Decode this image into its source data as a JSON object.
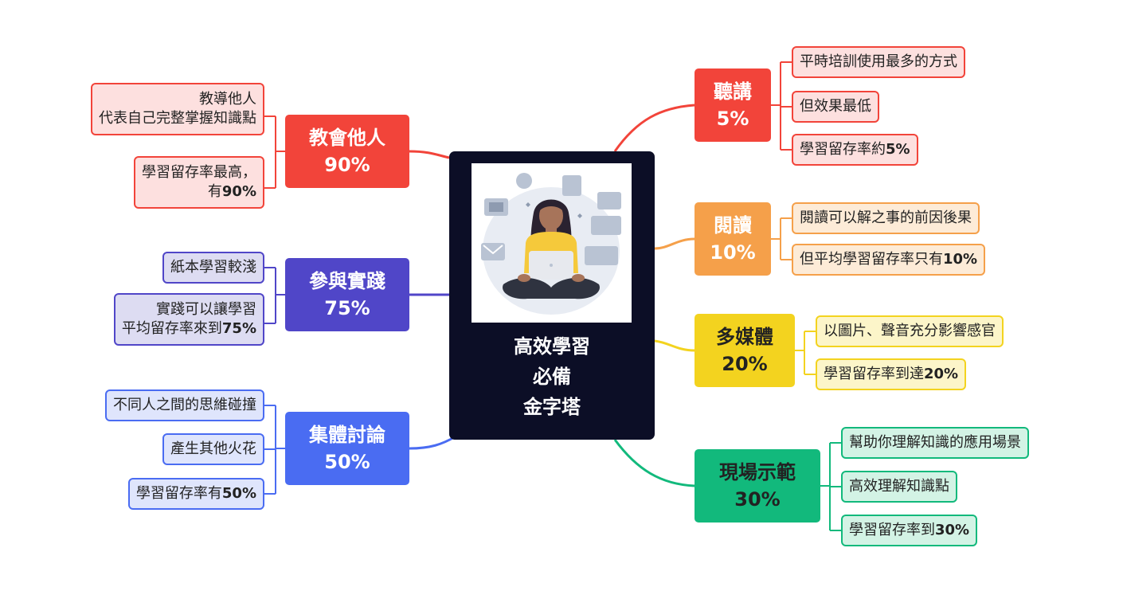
{
  "center": {
    "title_lines": [
      "高效學習",
      "必備",
      "金字塔"
    ]
  },
  "colors": {
    "red": "#f2443a",
    "orange": "#f5a04a",
    "yellow": "#f3d31f",
    "green": "#12b97c",
    "blue": "#4a6cf2",
    "purple": "#5046c8"
  },
  "branches": {
    "listen": {
      "title": "聽講",
      "pct": "5%",
      "leaves": [
        [
          "平時培訓使用最多的方式"
        ],
        [
          "但效果最低"
        ],
        [
          "學習留存率約",
          "5%"
        ]
      ]
    },
    "read": {
      "title": "閱讀",
      "pct": "10%",
      "leaves": [
        [
          "閱讀可以解之事的前因後果"
        ],
        [
          "但平均學習留存率只有",
          "10%"
        ]
      ]
    },
    "multimedia": {
      "title": "多媒體",
      "pct": "20%",
      "leaves": [
        [
          "以圖片、聲音充分影響感官"
        ],
        [
          "學習留存率到達",
          "20%"
        ]
      ]
    },
    "demo": {
      "title": "現場示範",
      "pct": "30%",
      "leaves": [
        [
          "幫助你理解知識的應用場景"
        ],
        [
          "高效理解知識點"
        ],
        [
          "學習留存率到",
          "30%"
        ]
      ]
    },
    "teach": {
      "title": "教會他人",
      "pct": "90%",
      "leaves": [
        [
          "教導他人",
          "代表自己完整掌握知識點"
        ],
        [
          "學習留存率最高，",
          "有",
          "90%"
        ]
      ]
    },
    "practice": {
      "title": "參與實踐",
      "pct": "75%",
      "leaves": [
        [
          "紙本學習較淺"
        ],
        [
          "實踐可以讓學習",
          "平均留存率來到",
          "75%"
        ]
      ]
    },
    "discuss": {
      "title": "集體討論",
      "pct": "50%",
      "leaves": [
        [
          "不同人之間的思維碰撞"
        ],
        [
          "產生其他火花"
        ],
        [
          "學習留存率有",
          "50%"
        ]
      ]
    }
  }
}
